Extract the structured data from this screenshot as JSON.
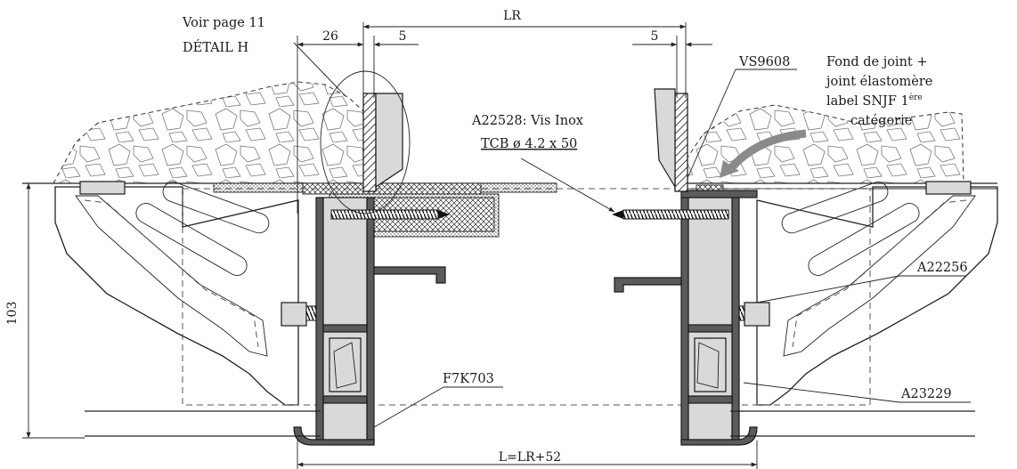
{
  "labels": {
    "ref_page": "Voir page 11",
    "detail": "DÉTAIL H",
    "screw_ref": "A22528: Vis Inox",
    "screw_spec": "TCB ø 4.2 x 50",
    "profile_vs": "VS9608",
    "joint_line1": "Fond de joint +",
    "joint_line2": "joint élastomère",
    "joint_line3": "label SNJF 1",
    "joint_sup": "ère",
    "joint_line4": "catégorie",
    "bracket": "A22256",
    "frame": "F7K703",
    "clip": "A23229"
  },
  "dimensions": {
    "lr": "LR",
    "d26": "26",
    "d5_left": "5",
    "d5_right": "5",
    "height": "103",
    "total": "L=LR+52"
  },
  "colors": {
    "line": "#222222",
    "profile": "#5b5b5b",
    "hatch": "#111111"
  }
}
